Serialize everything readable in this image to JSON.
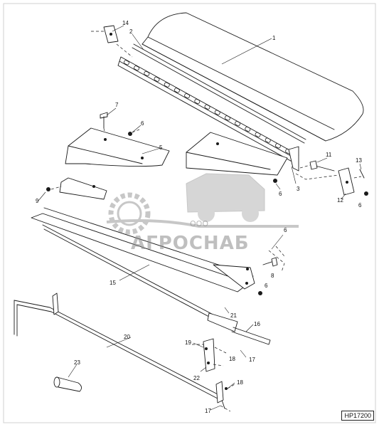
{
  "reference_code": "HP17200",
  "watermark": {
    "prefix": "ООО",
    "brand": "АГРОСНАБ"
  },
  "callouts": [
    "1",
    "2",
    "3",
    "6",
    "5",
    "6",
    "7",
    "8",
    "9",
    "11",
    "12",
    "13",
    "14",
    "15",
    "16",
    "17",
    "18",
    "19",
    "20",
    "21",
    "22",
    "23",
    "18",
    "17",
    "6",
    "6",
    "6"
  ]
}
